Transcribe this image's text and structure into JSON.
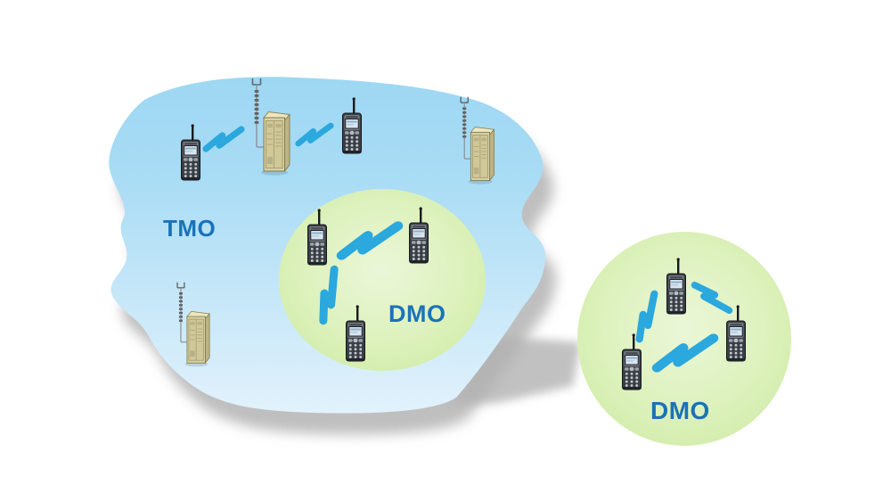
{
  "diagram": {
    "background_color": "#ffffff",
    "tmo_zone": {
      "label": "TMO",
      "radio_count": 2,
      "base_station_count": 3,
      "link_count": 2
    },
    "dmo_inner_group": {
      "label": "DMO",
      "radio_count": 3,
      "link_count": 2
    },
    "dmo_outer_group": {
      "label": "DMO",
      "radio_count": 3,
      "link_count": 3
    },
    "colors": {
      "tmo_zone_top": "#9ed7f3",
      "tmo_zone_bottom": "#e2f2fc",
      "dmo_zone": "#d7efb3",
      "link_bolt": "#2ba8dd",
      "label_text": "#1b72b8",
      "shadow": "#b2b2b2"
    },
    "icons": {
      "radio": "handheld-radio-icon",
      "base_station": "base-station-icon",
      "link": "radio-link-bolt-icon"
    }
  }
}
